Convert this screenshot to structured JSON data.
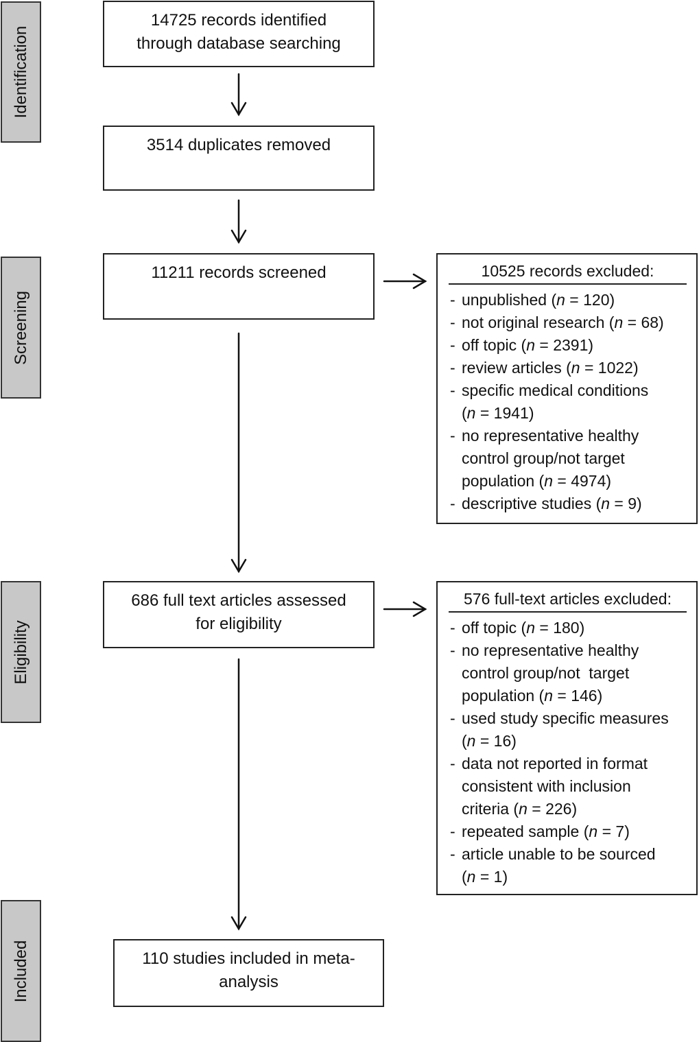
{
  "phases": {
    "identification": "Identification",
    "screening": "Screening",
    "eligibility": "Eligibility",
    "included": "Included"
  },
  "boxes": {
    "identified_line1": "14725 records identified",
    "identified_line2": "through database searching",
    "duplicates": "3514 duplicates removed",
    "screened": "11211 records screened",
    "fulltext_line1": "686 full text articles assessed",
    "fulltext_line2": "for eligibility",
    "included_line1": "110 studies included in meta-",
    "included_line2": "analysis"
  },
  "screening_excluded": {
    "heading": "10525 records excluded:",
    "items": [
      {
        "text": "unpublished (",
        "n": "n",
        "rest": " = 120)"
      },
      {
        "text": "not original research (",
        "n": "n",
        "rest": " = 68)"
      },
      {
        "text": "off topic (",
        "n": "n",
        "rest": " = 2391)"
      },
      {
        "text": "review articles (",
        "n": "n",
        "rest": " = 1022)"
      },
      {
        "text": "specific medical conditions",
        "line2_pre": "(",
        "n": "n",
        "rest": " = 1941)"
      },
      {
        "text": "no representative healthy",
        "line2": "control group/not target",
        "line3_pre": "population (",
        "n": "n",
        "rest": " = 4974)"
      },
      {
        "text": "descriptive studies (",
        "n": "n",
        "rest": " = 9)"
      }
    ]
  },
  "eligibility_excluded": {
    "heading": "576 full-text articles excluded:",
    "items": [
      {
        "text": "off topic (",
        "n": "n",
        "rest": " = 180)"
      },
      {
        "text": "no representative healthy",
        "line2": "control group/not  target",
        "line3_pre": "population (",
        "n": "n",
        "rest": " = 146)"
      },
      {
        "text": "used study specific measures",
        "line2_pre": "(",
        "n": "n",
        "rest": " = 16)"
      },
      {
        "text": "data not reported in format",
        "line2": "consistent with inclusion",
        "line3_pre": "criteria (",
        "n": "n",
        "rest": " = 226)"
      },
      {
        "text": "repeated sample (",
        "n": "n",
        "rest": " = 7)"
      },
      {
        "text": "article unable to be sourced",
        "line2_pre": "(",
        "n": "n",
        "rest": " = 1)"
      }
    ]
  },
  "colors": {
    "phase_fill": "#c8c8c8",
    "border": "#222222"
  }
}
